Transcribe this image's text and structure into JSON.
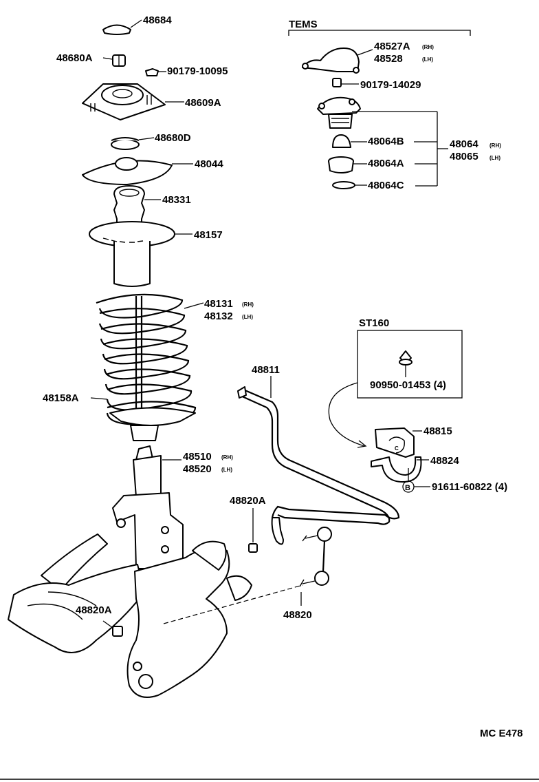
{
  "labels": {
    "p48684": "48684",
    "p48680A": "48680A",
    "p90179_10095": "90179-10095",
    "p48609A": "48609A",
    "p48680D": "48680D",
    "p48044": "48044",
    "p48331": "48331",
    "p48157": "48157",
    "p48131": "48131",
    "p48132": "48132",
    "p48158A": "48158A",
    "p48510": "48510",
    "p48520": "48520",
    "p48811": "48811",
    "p48815": "48815",
    "p48824": "48824",
    "p91611": "91611-60822 (4)",
    "p48820A_top": "48820A",
    "p48820A_bottom": "48820A",
    "p48820": "48820",
    "p48527A": "48527A",
    "p48528": "48528",
    "p90179_14029": "90179-14029",
    "p48064B": "48064B",
    "p48064A": "48064A",
    "p48064C": "48064C",
    "p48064": "48064",
    "p48065": "48065",
    "p90950": "90950-01453 (4)"
  },
  "side_marks": {
    "rh": "(RH)",
    "lh": "(LH)"
  },
  "groups": {
    "tems": "TEMS",
    "st160": "ST160"
  },
  "bolt_mark": "B",
  "code": "MC E478"
}
